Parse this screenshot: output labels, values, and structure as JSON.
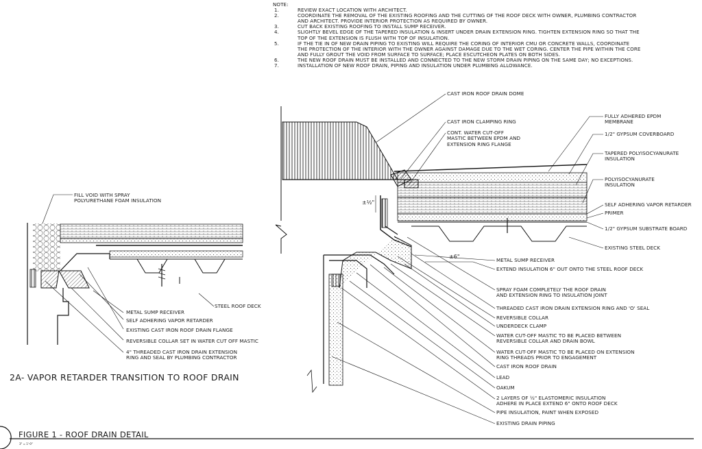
{
  "notes": {
    "header": "NOTE:",
    "items": [
      {
        "num": "1.",
        "lines": [
          "REVIEW EXACT LOCATION WITH ARCHITECT."
        ]
      },
      {
        "num": "2.",
        "lines": [
          "COORDINATE THE REMOVAL OF THE EXISTING ROOFING AND THE CUTTING OF THE ROOF DECK WITH OWNER, PLUMBING CONTRACTOR",
          "AND ARCHITECT. PROVIDE INTERIOR PROTECTION AS REQUIRED BY OWNER."
        ]
      },
      {
        "num": "3.",
        "lines": [
          "CUT BACK EXISTING ROOFING TO INSTALL SUMP RECEIVER."
        ]
      },
      {
        "num": "4.",
        "lines": [
          "SLIGHTLY BEVEL EDGE OF THE TAPERED INSULATION & INSERT UNDER DRAIN EXTENSION RING.  TIGHTEN EXTENSION RING SO THAT THE",
          "TOP OF THE EXTENSION IS FLUSH WITH TOP OF INSULATION."
        ]
      },
      {
        "num": "5.",
        "lines": [
          "IF THE TIE IN OF NEW DRAIN PIPING TO EXISTING WILL REQUIRE THE CORING OF INTERIOR CMU OR CONCRETE WALLS, COORDINATE",
          "THE PROTECTION OF THE INTERIOR WITH THE OWNER AGAINST DAMAGE DUE TO THE WET CORING. CENTER THE PIPE WITHIN THE CORE",
          "AND FULLY GROUT THE VOID FROM SURFACE TO SURFACE; PLACE ESCUTCHEON PLATES ON BOTH SIDES."
        ]
      },
      {
        "num": "6.",
        "lines": [
          "THE NEW ROOF DRAIN MUST BE INSTALLED AND CONNECTED TO THE NEW STORM DRAIN PIPING ON THE SAME DAY; NO EXCEPTIONS."
        ]
      },
      {
        "num": "7.",
        "lines": [
          "INSTALLATION OF NEW ROOF DRAIN, PIPING AND INSULATION UNDER PLUMBING ALLOWANCE."
        ]
      }
    ]
  },
  "labels_2a": {
    "fill_void": "FILL VOID WITH SPRAY\nPOLYURETHANE FOAM INSULATION",
    "steel_roof_deck": "STEEL ROOF DECK",
    "metal_sump": "METAL SUMP RECEIVER",
    "vapor_retarder": "SELF ADHERING VAPOR RETARDER",
    "drain_flange": "EXISTING CAST IRON ROOF DRAIN FLANGE",
    "reversible_collar": "REVERSIBLE COLLAR SET IN WATER CUT OFF MASTIC",
    "threaded_ext": "4\" THREADED CAST IRON DRAIN EXTENSION\nRING AND SEAL BY PLUMBING CONTRACTOR",
    "title": "2A- VAPOR RETARDER TRANSITION TO ROOF DRAIN"
  },
  "labels_main": {
    "dome": "CAST IRON ROOF DRAIN DOME",
    "clamping_ring": "CAST IRON CLAMPING RING",
    "cutoff_mastic": "CONT. WATER CUT-OFF\nMASTIC BETWEEN EPDM AND\nEXTENSION RING FLANGE",
    "epdm": "FULLY ADHERED EPDM\nMEMBRANE",
    "gypsum_cover": "1/2\" GYPSUM COVERBOARD",
    "tapered": "TAPERED POLYISOCYANURATE\nINSULATION",
    "polyiso": "POLYISOCYANURATE\nINSULATION",
    "vapor_retarder": "SELF ADHERING VAPOR RETARDER",
    "primer": "PRIMER",
    "gypsum_substrate": "1/2\" GYPSUM SUBSTRATE BOARD",
    "steel_deck": "EXISTING STEEL DECK",
    "sump": "METAL SUMP RECEIVER",
    "extend_insul": "EXTEND INSULATION 6\" OUT ONTO THE STEEL ROOF DECK",
    "spray_foam": "SPRAY FOAM COMPLETELY THE ROOF DRAIN\nAND EXTENSION RING TO INSULATION JOINT",
    "threaded_ring": "THREADED CAST IRON DRAIN EXTENSION RING AND 'O' SEAL",
    "rev_collar": "REVERSIBLE COLLAR",
    "underdeck": "UNDERDECK CLAMP",
    "mastic_collar": "WATER CUT-OFF MASTIC TO BE PLACED BETWEEN\nREVERSIBLE COLLAR AND DRAIN BOWL",
    "mastic_threads": "WATER CUT-OFF MASTIC TO BE PLACED ON EXTENSION\nRING THREADS PRIOR TO ENGAGEMENT",
    "roof_drain": "CAST IRON ROOF DRAIN",
    "lead": "LEAD",
    "oakum": "OAKUM",
    "elastomeric": "2 LAYERS OF ½\" ELASTOMERIC INSULATION\nADHERE IN PLACE EXTEND 6\" ONTO ROOF DECK",
    "pipe_insul": "PIPE INSULATION, PAINT WHEN EXPOSED",
    "existing_pipe": "EXISTING DRAIN PIPING",
    "dim_half": "±½\"",
    "dim_six": "±6\""
  },
  "figure": {
    "title": "FIGURE 1 - ROOF DRAIN DETAIL",
    "scale": "3\" = 1'-0\""
  }
}
